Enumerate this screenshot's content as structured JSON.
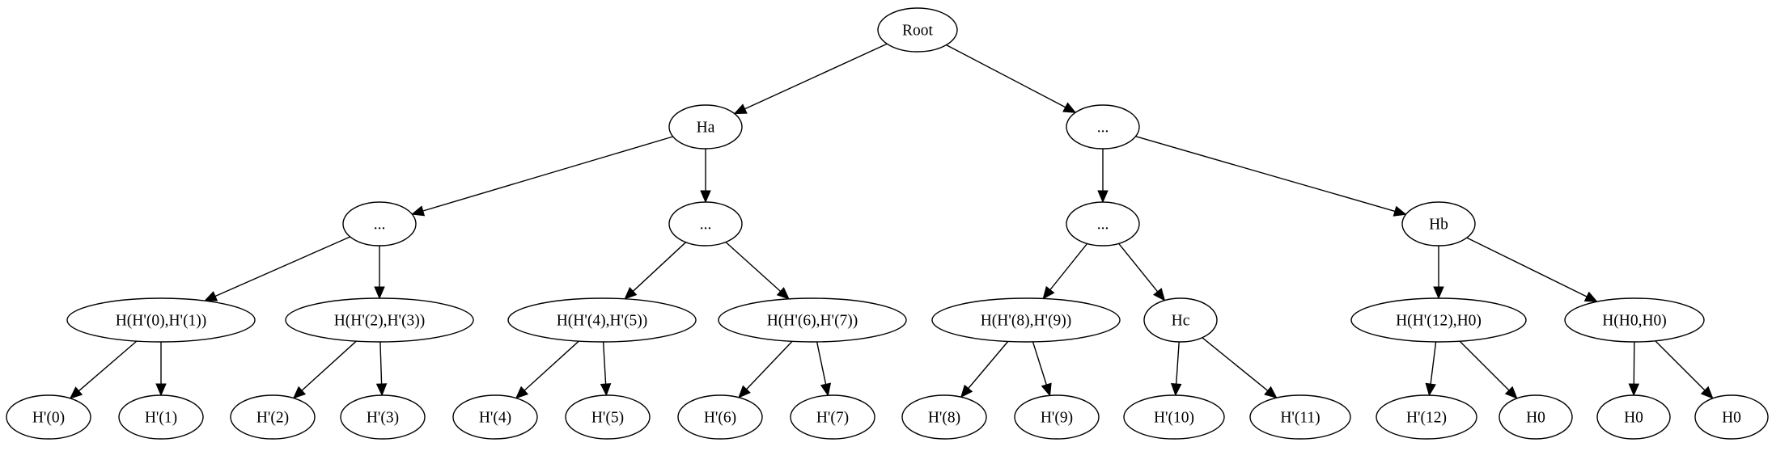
{
  "diagram": {
    "type": "tree",
    "nodes": [
      {
        "id": "root",
        "label": "Root"
      },
      {
        "id": "ha",
        "label": "Ha"
      },
      {
        "id": "r1",
        "label": "..."
      },
      {
        "id": "l2a",
        "label": "..."
      },
      {
        "id": "l2b",
        "label": "..."
      },
      {
        "id": "l2c",
        "label": "..."
      },
      {
        "id": "hb",
        "label": "Hb"
      },
      {
        "id": "h01",
        "label": "H(H'(0),H'(1))"
      },
      {
        "id": "h23",
        "label": "H(H'(2),H'(3))"
      },
      {
        "id": "h45",
        "label": "H(H'(4),H'(5))"
      },
      {
        "id": "h67",
        "label": "H(H'(6),H'(7))"
      },
      {
        "id": "h89",
        "label": "H(H'(8),H'(9))"
      },
      {
        "id": "hc",
        "label": "Hc"
      },
      {
        "id": "h12h0",
        "label": "H(H'(12),H0)"
      },
      {
        "id": "h0h0",
        "label": "H(H0,H0)"
      },
      {
        "id": "p0",
        "label": "H'(0)"
      },
      {
        "id": "p1",
        "label": "H'(1)"
      },
      {
        "id": "p2",
        "label": "H'(2)"
      },
      {
        "id": "p3",
        "label": "H'(3)"
      },
      {
        "id": "p4",
        "label": "H'(4)"
      },
      {
        "id": "p5",
        "label": "H'(5)"
      },
      {
        "id": "p6",
        "label": "H'(6)"
      },
      {
        "id": "p7",
        "label": "H'(7)"
      },
      {
        "id": "p8",
        "label": "H'(8)"
      },
      {
        "id": "p9",
        "label": "H'(9)"
      },
      {
        "id": "p10",
        "label": "H'(10)"
      },
      {
        "id": "p11",
        "label": "H'(11)"
      },
      {
        "id": "p12",
        "label": "H'(12)"
      },
      {
        "id": "z1",
        "label": "H0"
      },
      {
        "id": "z2",
        "label": "H0"
      },
      {
        "id": "z3",
        "label": "H0"
      }
    ],
    "edges": [
      [
        "root",
        "ha"
      ],
      [
        "root",
        "r1"
      ],
      [
        "ha",
        "l2a"
      ],
      [
        "ha",
        "l2b"
      ],
      [
        "r1",
        "l2c"
      ],
      [
        "r1",
        "hb"
      ],
      [
        "l2a",
        "h01"
      ],
      [
        "l2a",
        "h23"
      ],
      [
        "l2b",
        "h45"
      ],
      [
        "l2b",
        "h67"
      ],
      [
        "l2c",
        "h89"
      ],
      [
        "l2c",
        "hc"
      ],
      [
        "hb",
        "h12h0"
      ],
      [
        "hb",
        "h0h0"
      ],
      [
        "h01",
        "p0"
      ],
      [
        "h01",
        "p1"
      ],
      [
        "h23",
        "p2"
      ],
      [
        "h23",
        "p3"
      ],
      [
        "h45",
        "p4"
      ],
      [
        "h45",
        "p5"
      ],
      [
        "h67",
        "p6"
      ],
      [
        "h67",
        "p7"
      ],
      [
        "h89",
        "p8"
      ],
      [
        "h89",
        "p9"
      ],
      [
        "hc",
        "p10"
      ],
      [
        "hc",
        "p11"
      ],
      [
        "h12h0",
        "p12"
      ],
      [
        "h12h0",
        "z1"
      ],
      [
        "h0h0",
        "z2"
      ],
      [
        "h0h0",
        "z3"
      ]
    ]
  }
}
